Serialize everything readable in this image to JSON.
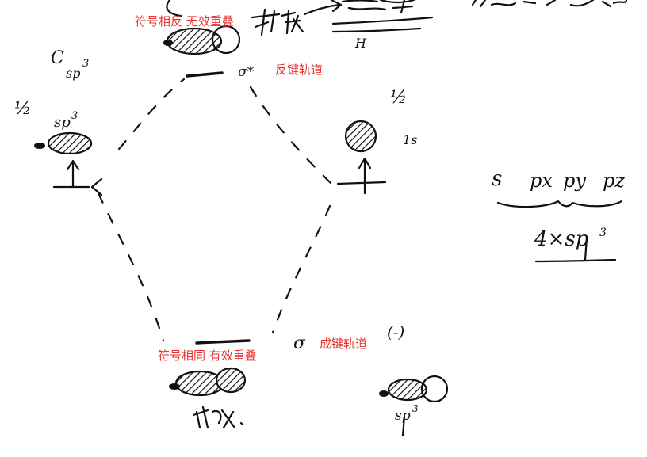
{
  "annotations": {
    "antibonding_phase": "符号相反 无效重叠",
    "antibonding_orbital": "反键轨道",
    "bonding_phase": "符号相同 有效重叠",
    "bonding_orbital": "成键轨道"
  },
  "handwriting": {
    "carbon_label": "C",
    "carbon_hybrid": "sp",
    "carbon_exp": "3",
    "left_orbital": "sp",
    "left_exp": "3",
    "left_side": "½",
    "right_side": "½",
    "right_orbital": "1s",
    "sigma_star": "σ*",
    "sigma": "σ",
    "charge": "(-)",
    "bottom_orbital": "sp",
    "bottom_exp": "3",
    "basis": [
      "s",
      "px",
      "py",
      "pz"
    ],
    "hybrid_result": "4×sp",
    "hybrid_exp": "3",
    "top_h": "H"
  }
}
